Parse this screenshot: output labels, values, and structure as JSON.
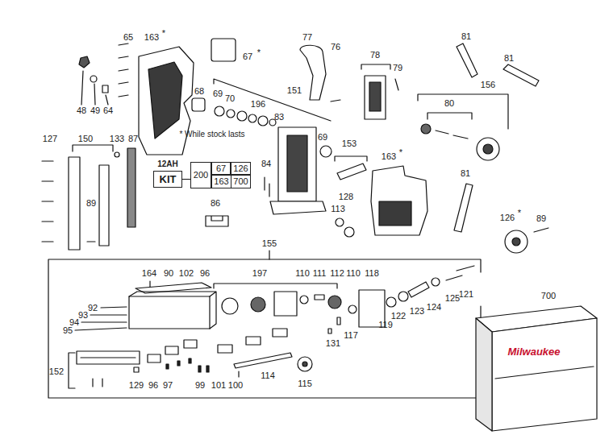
{
  "diagram": {
    "nodes": [
      {
        "text": [
          "12AH",
          "KIT"
        ]
      },
      {
        "text": [
          "200"
        ]
      },
      {
        "text": [
          "67"
        ]
      },
      {
        "text": [
          "126"
        ]
      },
      {
        "text": [
          "163"
        ]
      },
      {
        "text": [
          "700"
        ]
      }
    ],
    "edges": [
      {
        "from": 0,
        "to": 1,
        "arrow": "none"
      }
    ],
    "labels": [
      "65",
      "163",
      "*",
      "77",
      "81",
      "67",
      "*",
      "76",
      "78",
      "81",
      "79",
      "156",
      "68",
      "151",
      "69",
      "70",
      "80",
      "196",
      "48",
      "49",
      "64",
      "83",
      "* While stock lasts",
      "69",
      "127",
      "150",
      "133",
      "87",
      "153",
      "163",
      "*",
      "84",
      "81",
      "128",
      "86",
      "89",
      "113",
      "126",
      "*",
      "89",
      "155",
      "164",
      "90",
      "102",
      "96",
      "197",
      "110",
      "111",
      "112",
      "110",
      "118",
      "121",
      "700",
      "125",
      "124",
      "92",
      "123",
      "93",
      "122",
      "94",
      "119",
      "95",
      "117",
      "131",
      "152",
      "114",
      "115",
      "129",
      "96",
      "97",
      "99",
      "101",
      "100",
      "Milwaukee"
    ]
  }
}
